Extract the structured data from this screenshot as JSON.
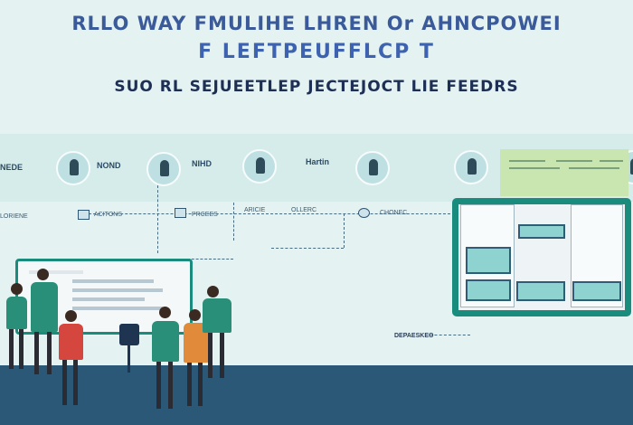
{
  "header": {
    "title_line_1": "RLLO WAY FMULIHE LHREN Or AHNCPOWEI",
    "title_line_2": "F LEFTPEUFFLCP T",
    "subtitle": "SUO RL SEJUEETLEP JECTEJOCT LIE FEEDRS"
  },
  "timeline": {
    "tags": [
      "NEDE",
      "NOND",
      "NIHD",
      "Hartin"
    ],
    "labels": [
      "LORIENE",
      "ACITONS",
      "PRCEES",
      "ARICIE",
      "OLLERC",
      "CHONEC"
    ]
  },
  "caption": "DEPAESKEO"
}
